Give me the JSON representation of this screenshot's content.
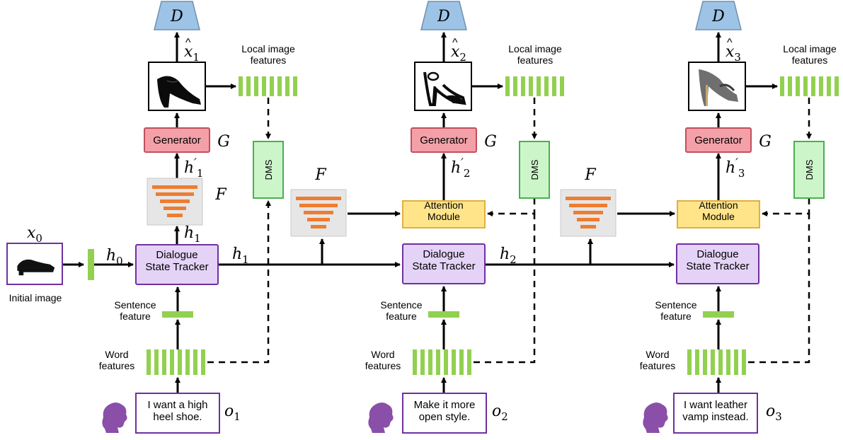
{
  "diagram": {
    "discriminator_label": "D",
    "generator_label": "Generator",
    "generator_symbol": "G",
    "feature_module_symbol": "F",
    "dms_label": "DMS",
    "attention_label_line1": "Attention",
    "attention_label_line2": "Module",
    "dst_label_line1": "Dialogue",
    "dst_label_line2": "State Tracker",
    "local_features_line1": "Local image",
    "local_features_line2": "features",
    "sentence_feature_line1": "Sentence",
    "sentence_feature_line2": "feature",
    "word_features_line1": "Word",
    "word_features_line2": "features",
    "initial_image_label": "Initial image",
    "initial_state": {
      "x_sub": "0",
      "h_sub": "0"
    },
    "turns": [
      {
        "xhat_sub": "1",
        "hprime_sub": "1",
        "h_sub": "1",
        "o_sub": "1",
        "utterance_line1": "I want a high",
        "utterance_line2": "heel shoe."
      },
      {
        "xhat_sub": "2",
        "hprime_sub": "2",
        "h_sub": "2",
        "o_sub": "2",
        "utterance_line1": "Make it more",
        "utterance_line2": "open style."
      },
      {
        "xhat_sub": "3",
        "hprime_sub": "3",
        "h_sub": "3",
        "o_sub": "3",
        "utterance_line1": "I want leather",
        "utterance_line2": "vamp instead."
      }
    ]
  },
  "colors": {
    "discriminator": "#9dc3e6",
    "generator": "#f4a0a8",
    "dms": "#ccf5c9",
    "attention": "#ffe48a",
    "dst": "#e4d3f7",
    "feature_bars": "#92d050",
    "funnel": "#ed7d31",
    "funnel_bg": "#e6e6e6",
    "utterance_border": "#7030a0",
    "avatar": "#8a4fa8"
  }
}
